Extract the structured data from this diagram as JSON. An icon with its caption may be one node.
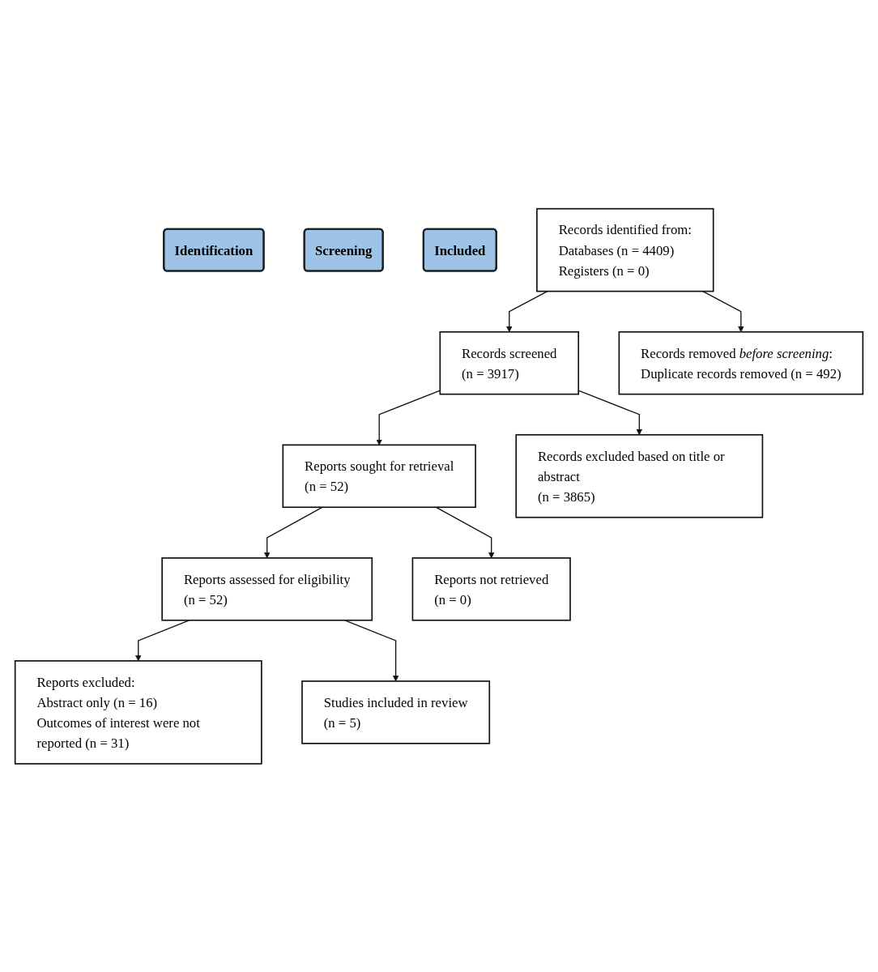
{
  "diagram": {
    "nodes": [
      {
        "text": [
          "Identification"
        ]
      },
      {
        "text": [
          "Records identified from:",
          "Databases (n = 4409)",
          "Registers (n = 0)"
        ]
      },
      {
        "text": [
          "Records removed *before screening*:",
          "Duplicate records removed (n = 492)"
        ]
      },
      {
        "text": [
          "Screening"
        ]
      },
      {
        "text": [
          "Records screened",
          "(n = 3917)"
        ]
      },
      {
        "text": [
          "Records excluded based on title or abstract",
          "(n = 3865)"
        ]
      },
      {
        "text": [
          "Reports sought for retrieval",
          "(n = 52)"
        ]
      },
      {
        "text": [
          "Reports not retrieved",
          "(n = 0)"
        ]
      },
      {
        "text": [
          "Reports assessed for eligibility",
          "(n = 52)"
        ]
      },
      {
        "text": [
          "Reports excluded:",
          "Abstract only (n = 16)",
          "Outcomes of interest were not reported (n = 31)"
        ]
      },
      {
        "text": [
          "Included"
        ]
      },
      {
        "text": [
          "Studies included in review",
          "(n = 5)"
        ]
      }
    ],
    "edges": [
      {
        "from": 1,
        "to": 2,
        "arrow": "to"
      },
      {
        "from": 1,
        "to": 4,
        "arrow": "to"
      },
      {
        "from": 4,
        "to": 5,
        "arrow": "to"
      },
      {
        "from": 4,
        "to": 6,
        "arrow": "to"
      },
      {
        "from": 6,
        "to": 7,
        "arrow": "to"
      },
      {
        "from": 6,
        "to": 8,
        "arrow": "to"
      },
      {
        "from": 8,
        "to": 9,
        "arrow": "to"
      },
      {
        "from": 8,
        "to": 11,
        "arrow": "to"
      }
    ]
  }
}
